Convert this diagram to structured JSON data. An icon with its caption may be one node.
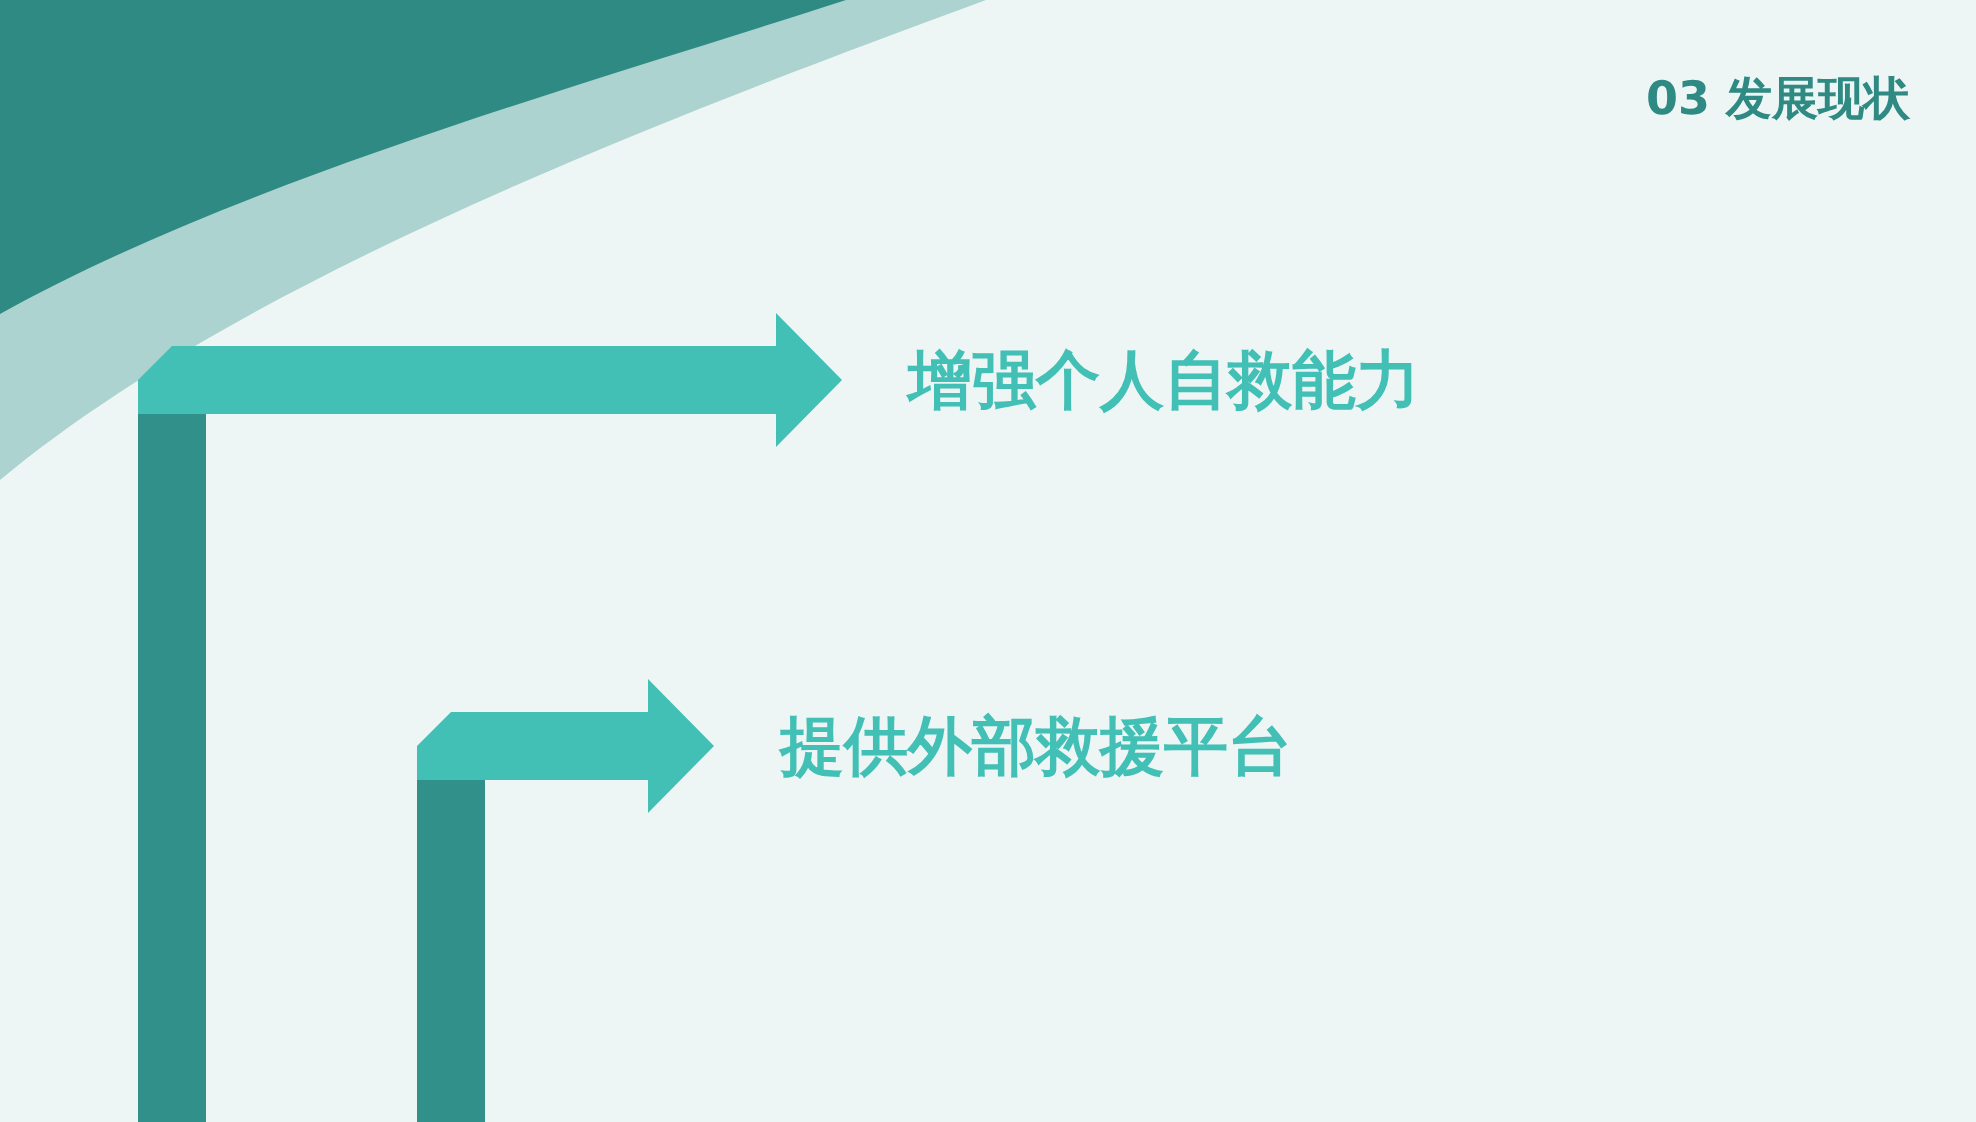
{
  "diagram": {
    "title": "03 发展现状",
    "nodes": [
      {
        "text": [
          "增强个人自救能力"
        ]
      },
      {
        "text": [
          "提供外部救援平台"
        ]
      }
    ],
    "edges": [
      {
        "from": null,
        "to": 0,
        "arrow": "to"
      },
      {
        "from": null,
        "to": 1,
        "arrow": "to"
      }
    ]
  }
}
